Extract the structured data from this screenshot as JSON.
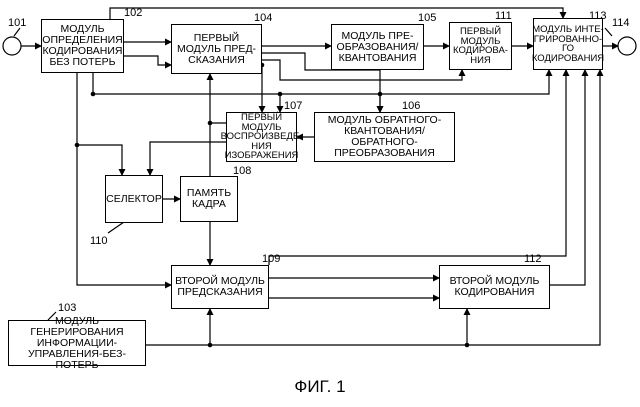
{
  "figure_caption": "ФИГ. 1",
  "terminals": {
    "input_ref": "101",
    "output_ref": "114"
  },
  "blocks": {
    "lossless_determination": {
      "ref": "102",
      "label": "МОДУЛЬ\nОПРЕДЕЛЕНИЯ\nКОДИРОВАНИЯ\nБЕЗ ПОТЕРЬ"
    },
    "first_prediction": {
      "ref": "104",
      "label": "ПЕРВЫЙ\nМОДУЛЬ ПРЕД-\nСКАЗАНИЯ"
    },
    "transform_quant": {
      "ref": "105",
      "label": "МОДУЛЬ ПРЕ-\nОБРАЗОВАНИЯ/\nКВАНТОВАНИЯ"
    },
    "first_encoding": {
      "ref": "111",
      "label": "ПЕРВЫЙ\nМОДУЛЬ\nКОДИРОВА-\nНИЯ"
    },
    "integrated_encoding": {
      "ref": "113",
      "label": "МОДУЛЬ ИНТЕ-\nГРИРОВАННО-\nГО КОДИРОВАНИЯ"
    },
    "first_reproduction": {
      "ref": "107",
      "label": "ПЕРВЫЙ МОДУЛЬ\nВОСПРОИЗВЕДЕ-\nНИЯ\nИЗОБРАЖЕНИЯ"
    },
    "inverse_quant_transform": {
      "ref": "106",
      "label": "МОДУЛЬ ОБРАТНОГО-\nКВАНТОВАНИЯ/ОБРАТНОГО-\nПРЕОБРАЗОВАНИЯ"
    },
    "selector": {
      "ref": "110",
      "label": "СЕЛЕКТОР"
    },
    "frame_memory": {
      "ref": "108",
      "label": "ПАМЯТЬ\nКАДРА"
    },
    "second_prediction": {
      "ref": "109",
      "label": "ВТОРОЙ МОДУЛЬ\nПРЕДСКАЗАНИЯ"
    },
    "second_encoding": {
      "ref": "112",
      "label": "ВТОРОЙ МОДУЛЬ\nКОДИРОВАНИЯ"
    },
    "lossless_control_gen": {
      "ref": "103",
      "label": "МОДУЛЬ ГЕНЕРИРОВАНИЯ\nИНФОРМАЦИИ-\nУПРАВЛЕНИЯ-БЕЗ-ПОТЕРЬ"
    }
  }
}
